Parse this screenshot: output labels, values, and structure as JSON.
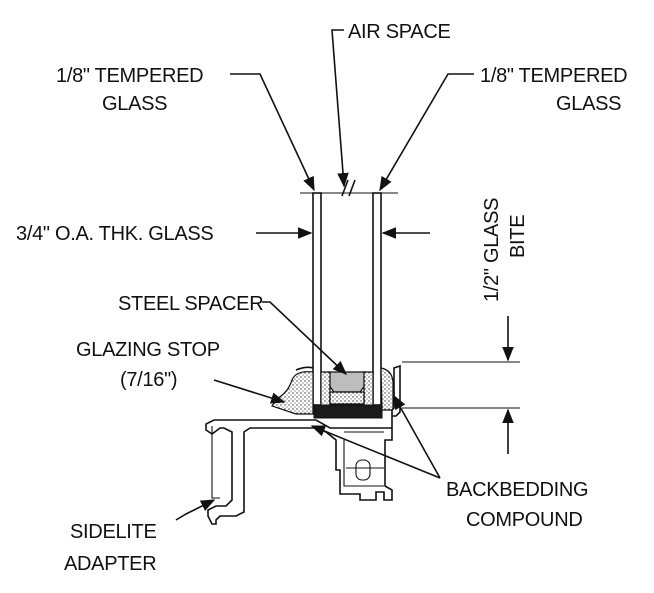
{
  "labels": {
    "air_space": "AIR SPACE",
    "tempered_left_1": "1/8\" TEMPERED",
    "tempered_left_2": "GLASS",
    "tempered_right_1": "1/8\" TEMPERED",
    "tempered_right_2": "GLASS",
    "oa_thickness": "3/4\" O.A. THK. GLASS",
    "glass_bite_1": "1/2\" GLASS",
    "glass_bite_2": "BITE",
    "steel_spacer": "STEEL SPACER",
    "glazing_stop_1": "GLAZING STOP",
    "glazing_stop_2": "(7/16\")",
    "backbedding_1": "BACKBEDDING",
    "backbedding_2": "COMPOUND",
    "sidelite_1": "SIDELITE",
    "sidelite_2": "ADAPTER"
  }
}
